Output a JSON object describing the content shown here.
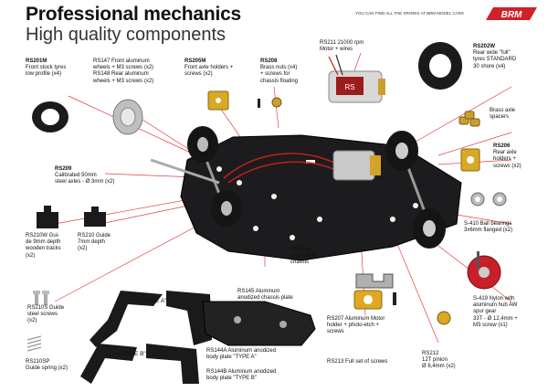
{
  "header": {
    "title": "Professional mechanics",
    "subtitle": "High quality components",
    "note": "YOU CAN FIND ALL THE SPARES AT BRM MODEL CARS",
    "brand": "BRM",
    "brand_color": "#d0202a"
  },
  "parts": {
    "rs201m": {
      "l1": "RS201M",
      "l2": "Front stock tyres",
      "l3": "low profile (x4)"
    },
    "rs147": {
      "l1": "RS147 Front aluminum",
      "l2": "wheels + M3 screws (x2)",
      "l3": "RS148 Rear aluminum",
      "l4": "wheels + M3 screws (x2)"
    },
    "rs205m": {
      "l1": "RS205M",
      "l2": "Front axle holders +",
      "l3": "screws (x2)"
    },
    "rs208": {
      "l1": "RS208",
      "l2": "Brass nuts (x4)",
      "l3": "+ screws for",
      "l4": "chassis floating"
    },
    "rs211": {
      "l1": "RS211 21000 rpm",
      "l2": "Motor + wires"
    },
    "rs202w": {
      "l1": "RS202W",
      "l2": "Rear wide \"full\"",
      "l3": "tyres STANDARD",
      "l4": "30 shore (x4)"
    },
    "brass": {
      "l1": "Brass axle",
      "l2": "spacers"
    },
    "rs206": {
      "l1": "RS206",
      "l2": "Rear axle",
      "l3": "holders +",
      "l4": "screws (x2)"
    },
    "rs209": {
      "l1": "RS209",
      "l2": "Calibrated 50mm",
      "l3": "steel axles - Ø 3mm (x2)"
    },
    "s410": {
      "l1": "S-410 Ball bearings",
      "l2": "3x6mm flanged (x2)"
    },
    "rs210w": {
      "l1": "RS210W Gui-",
      "l2": "de 9mm depth",
      "l3": "wooden tracks",
      "l4": "(x2)"
    },
    "rs210": {
      "l1": "RS210 Guide",
      "l2": "7mm depth",
      "l3": "(x2)"
    },
    "floating": {
      "l1": "Floating",
      "l2": "adjustable",
      "l3": "chassis"
    },
    "rs210s": {
      "l1": "RS210S Guide",
      "l2": "steel screws",
      "l3": "(x2)"
    },
    "rs145": {
      "l1": "RS145 Aluminum",
      "l2": "anodized chassis plate"
    },
    "s419": {
      "l1": "S-419 Nylon with",
      "l2": "aluminum hub AW",
      "l3": "spur gear",
      "l4": "33T - Ø 12,4mm +",
      "l5": "M3 screw (x1)"
    },
    "rs207": {
      "l1": "RS207 Aluminum Motor",
      "l2": "holder + photo-etch +",
      "l3": "screws"
    },
    "rs210sp": {
      "l1": "RS210SP",
      "l2": "Guide spring (x2)"
    },
    "rs144a": {
      "l1": "RS144A Aluminum anodized",
      "l2": "body plate \"TYPE A\""
    },
    "rs144b": {
      "l1": "RS144B Aluminum anodized",
      "l2": "body plate \"TYPE B\""
    },
    "rs213": {
      "l1": "RS213 Full set of screws"
    },
    "rs212": {
      "l1": "RS212",
      "l2": "12T pinion",
      "l3": "Ø 6,4mm (x2)"
    },
    "type_a": "\"TYPE A\"",
    "type_b": "\"TYPE B\"",
    "motor_label": "RS"
  }
}
